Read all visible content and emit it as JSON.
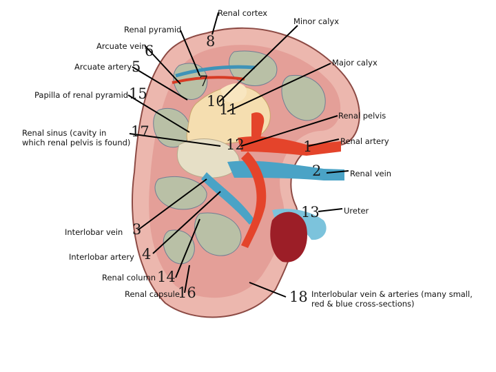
{
  "labels": {
    "renal_cortex": "Renal cortex",
    "minor_calyx": "Minor calyx",
    "renal_pyramid": "Renal pyramid",
    "arcuate_vein": "Arcuate vein",
    "major_calyx": "Major calyx",
    "arcuate_artery": "Arcuate artery",
    "papilla": "Papilla of renal pyramid",
    "renal_pelvis": "Renal pelvis",
    "renal_sinus": "Renal sinus (cavity in which renal pelvis is found)",
    "renal_artery": "Renal artery",
    "renal_vein": "Renal vein",
    "ureter": "Ureter",
    "interlobar_vein": "Interlobar vein",
    "interlobar_artery": "Interlobar artery",
    "renal_column": "Renal column",
    "renal_capsule": "Renal capsule",
    "interlobular": "Interlobular vein & arteries (many small, red & blue cross-sections)"
  },
  "numbers": {
    "n1": "1",
    "n2": "2",
    "n3": "3",
    "n4": "4",
    "n5": "5",
    "n6": "6",
    "n7": "7",
    "n8": "8",
    "n10": "10",
    "n11": "11",
    "n12": "12",
    "n13": "13",
    "n14": "14",
    "n15": "15",
    "n16": "16",
    "n17": "17",
    "n18": "18"
  }
}
